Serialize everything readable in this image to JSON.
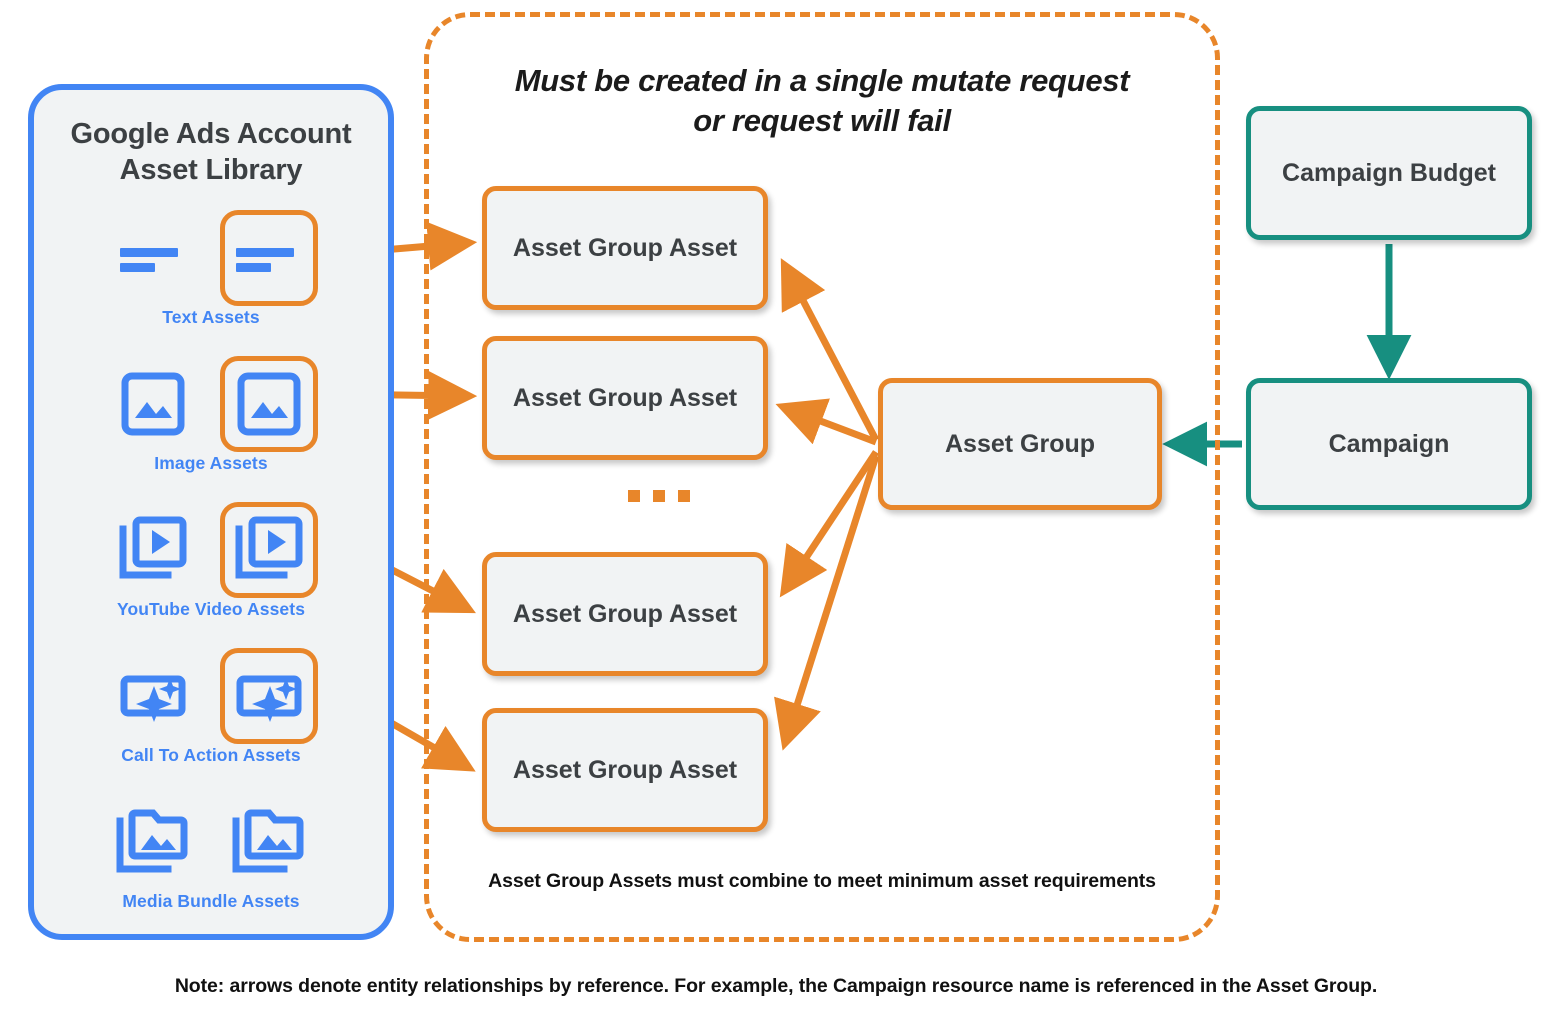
{
  "library": {
    "title_line1": "Google Ads Account",
    "title_line2": "Asset Library",
    "border_color": "#4285f4",
    "items": [
      {
        "caption": "Text Assets",
        "icon": "text-asset-icon"
      },
      {
        "caption": "Image Assets",
        "icon": "image-asset-icon"
      },
      {
        "caption": "YouTube Video  Assets",
        "icon": "youtube-video-asset-icon"
      },
      {
        "caption": "Call To Action Assets",
        "icon": "call-to-action-asset-icon"
      },
      {
        "caption": "Media Bundle  Assets",
        "icon": "media-bundle-asset-icon"
      }
    ]
  },
  "mutate_container": {
    "heading_line1": "Must be created in a single mutate request",
    "heading_line2": "or request will fail",
    "footnote": "Asset Group Assets must combine to meet minimum asset requirements",
    "border_color": "#e8862a",
    "border_style": "dashed"
  },
  "nodes": {
    "asset_group_assets": [
      {
        "label": "Asset Group Asset"
      },
      {
        "label": "Asset Group Asset"
      },
      {
        "label": "Asset Group Asset"
      },
      {
        "label": "Asset Group Asset"
      }
    ],
    "ellipsis": "...",
    "asset_group": {
      "label": "Asset Group",
      "color": "#e8862a"
    },
    "campaign_budget": {
      "label": "Campaign Budget",
      "color": "#178f80"
    },
    "campaign": {
      "label": "Campaign",
      "color": "#178f80"
    }
  },
  "footer": {
    "note": "Note: arrows denote entity relationships by reference. For example, the Campaign resource name is referenced in the Asset Group."
  },
  "colors": {
    "orange": "#e8862a",
    "teal": "#178f80",
    "blue": "#4285f4",
    "node_fill": "#f1f3f4",
    "text_dark": "#3c4043"
  }
}
